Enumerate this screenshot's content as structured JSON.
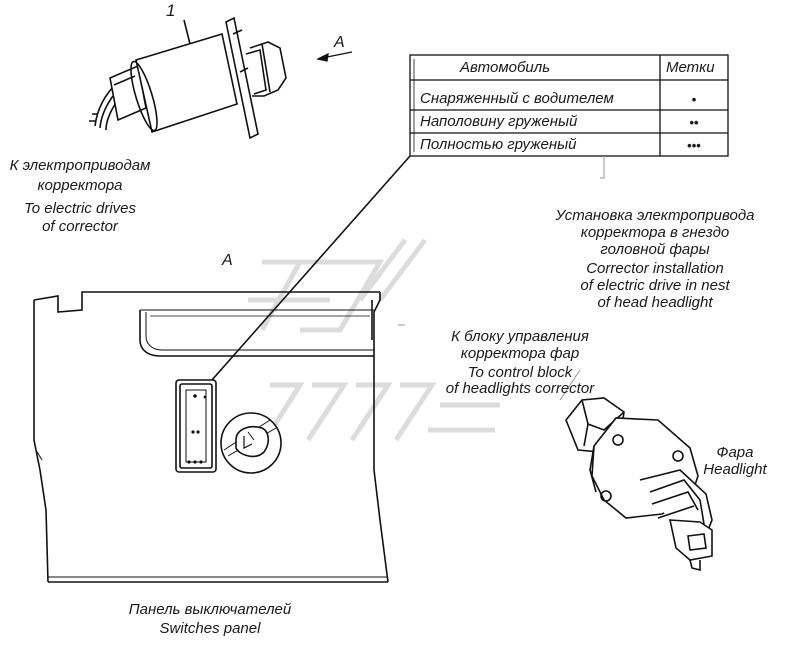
{
  "item_number": "1",
  "view_label_top": "A",
  "view_label_panel": "A",
  "table": {
    "header_vehicle": "Автомобиль",
    "header_marks": "Метки",
    "rows": [
      {
        "vehicle": "Снаряженный с водителем",
        "mark": "•"
      },
      {
        "vehicle": "Наполовину груженый",
        "mark": "••"
      },
      {
        "vehicle": "Полностью груженый",
        "mark": "•••"
      }
    ]
  },
  "labels": {
    "drives_ru_1": "К электроприводам",
    "drives_ru_2": "корректора",
    "drives_en_1": "To electric drives",
    "drives_en_2": "of corrector",
    "install_ru_1": "Установка электропривода",
    "install_ru_2": "корректора в гнездо",
    "install_ru_3": "головной фары",
    "install_en_1": "Corrector installation",
    "install_en_2": "of electric drive in nest",
    "install_en_3": "of head headlight",
    "control_ru_1": "К блоку управления",
    "control_ru_2": "корректора фар",
    "control_en_1": "To control block",
    "control_en_2": "of headlights corrector",
    "headlight_ru": "Фара",
    "headlight_en": "Headlight",
    "panel_ru": "Панель выключателей",
    "panel_en": "Switches panel"
  }
}
